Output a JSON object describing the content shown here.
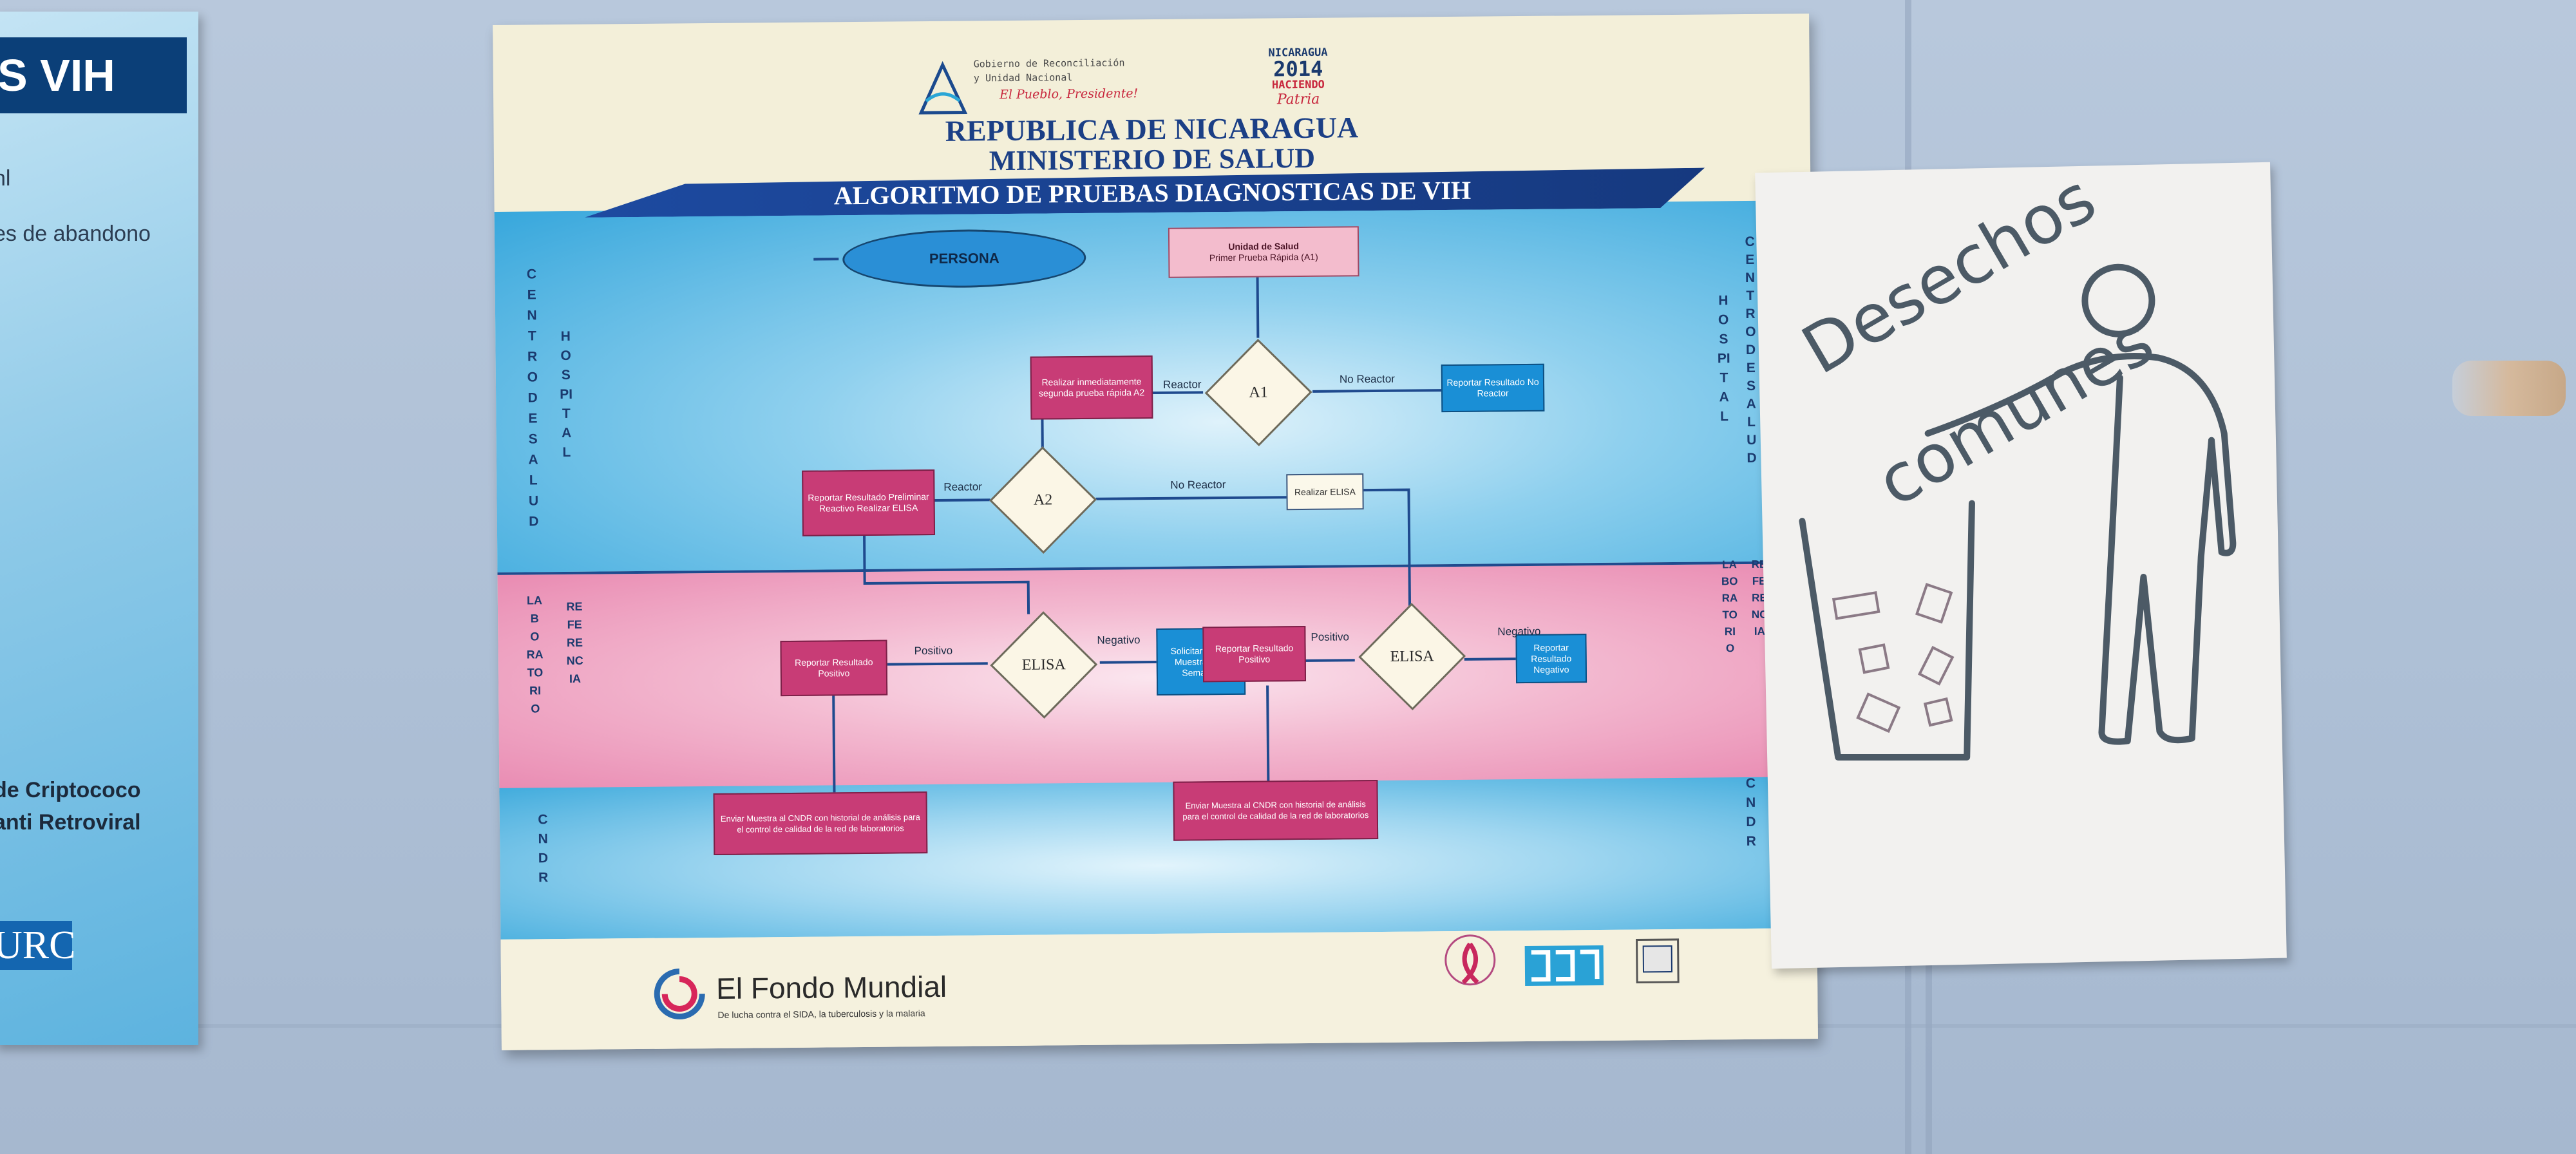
{
  "left_poster": {
    "header": "S VIH",
    "lines": [
      "nl",
      "es de abandono"
    ],
    "bottom_lines": [
      "de Criptococo",
      "anti Retroviral"
    ],
    "logo": "URC"
  },
  "poster": {
    "header_logo_left_line1": "Gobierno de Reconciliación",
    "header_logo_left_line2": "y Unidad Nacional",
    "header_logo_left_tagline": "El Pueblo, Presidente!",
    "header_logo_right_line1": "NICARAGUA",
    "header_logo_right_year": "2014",
    "header_logo_right_line2": "HACIENDO",
    "header_logo_right_line3": "Patria",
    "title_line1": "REPUBLICA DE NICARAGUA",
    "title_line2": "MINISTERIO DE SALUD",
    "banner": "ALGORITMO DE PRUEBAS DIAGNOSTICAS DE VIH",
    "side_labels": {
      "left_top_outer": "CENTRO DE SALUD",
      "left_top_inner": "HOSPITAL",
      "left_mid_outer": "LABORATORIO",
      "left_mid_inner": "REFERENCIA",
      "left_bot": "CNDR",
      "right_top_inner": "HOSPITAL",
      "right_top_outer": "CENTRO DE SALUD",
      "right_mid_inner": "LABORATORIO",
      "right_mid_outer": "REFERENCIA",
      "right_bot": "CNDR"
    },
    "nodes": {
      "persona": "PERSONA",
      "unidad_title": "Unidad de Salud",
      "unidad_sub": "Primer Prueba Rápida (A1)",
      "a1": "A1",
      "a2": "A2",
      "segunda_prueba": "Realizar inmediatamente segunda prueba rápida A2",
      "reportar_no_reactor": "Reportar Resultado No Reactor",
      "reportar_preliminar": "Reportar Resultado Preliminar Reactivo Realizar ELISA",
      "realizar_elisa": "Realizar ELISA",
      "elisa_left": "ELISA",
      "elisa_right": "ELISA",
      "reportar_positivo_left": "Reportar Resultado Positivo",
      "solicitar_muestra": "Solicitar Nueva Muestra en 3 Semanas",
      "reportar_positivo_right": "Reportar Resultado Positivo",
      "reportar_negativo": "Reportar Resultado Negativo",
      "enviar_left": "Enviar Muestra al CNDR con historial de análisis para el control de calidad de la red de laboratorios",
      "enviar_right": "Enviar Muestra al CNDR con historial de análisis para el control de calidad de la red de laboratorios"
    },
    "edge_labels": {
      "reactor_a1": "Reactor",
      "no_reactor_a1": "No Reactor",
      "reactor_a2": "Reactor",
      "no_reactor_a2": "No Reactor",
      "positivo_left": "Positivo",
      "negativo_left": "Negativo",
      "positivo_right": "Positivo",
      "negativo_right": "Negativo"
    },
    "footer": {
      "brand": "El Fondo Mundial",
      "tagline": "De lucha contra el SIDA, la tuberculosis y la malaria"
    }
  },
  "sign": {
    "line1": "Desechos",
    "line2": "comunes"
  },
  "colors": {
    "wall": "#aec0d6",
    "poster_blue": "#37a7dc",
    "poster_pink": "#e98bb2",
    "node_pink": "#c83c76",
    "node_blue": "#1a8fd6",
    "banner_navy": "#1a3f8e"
  }
}
